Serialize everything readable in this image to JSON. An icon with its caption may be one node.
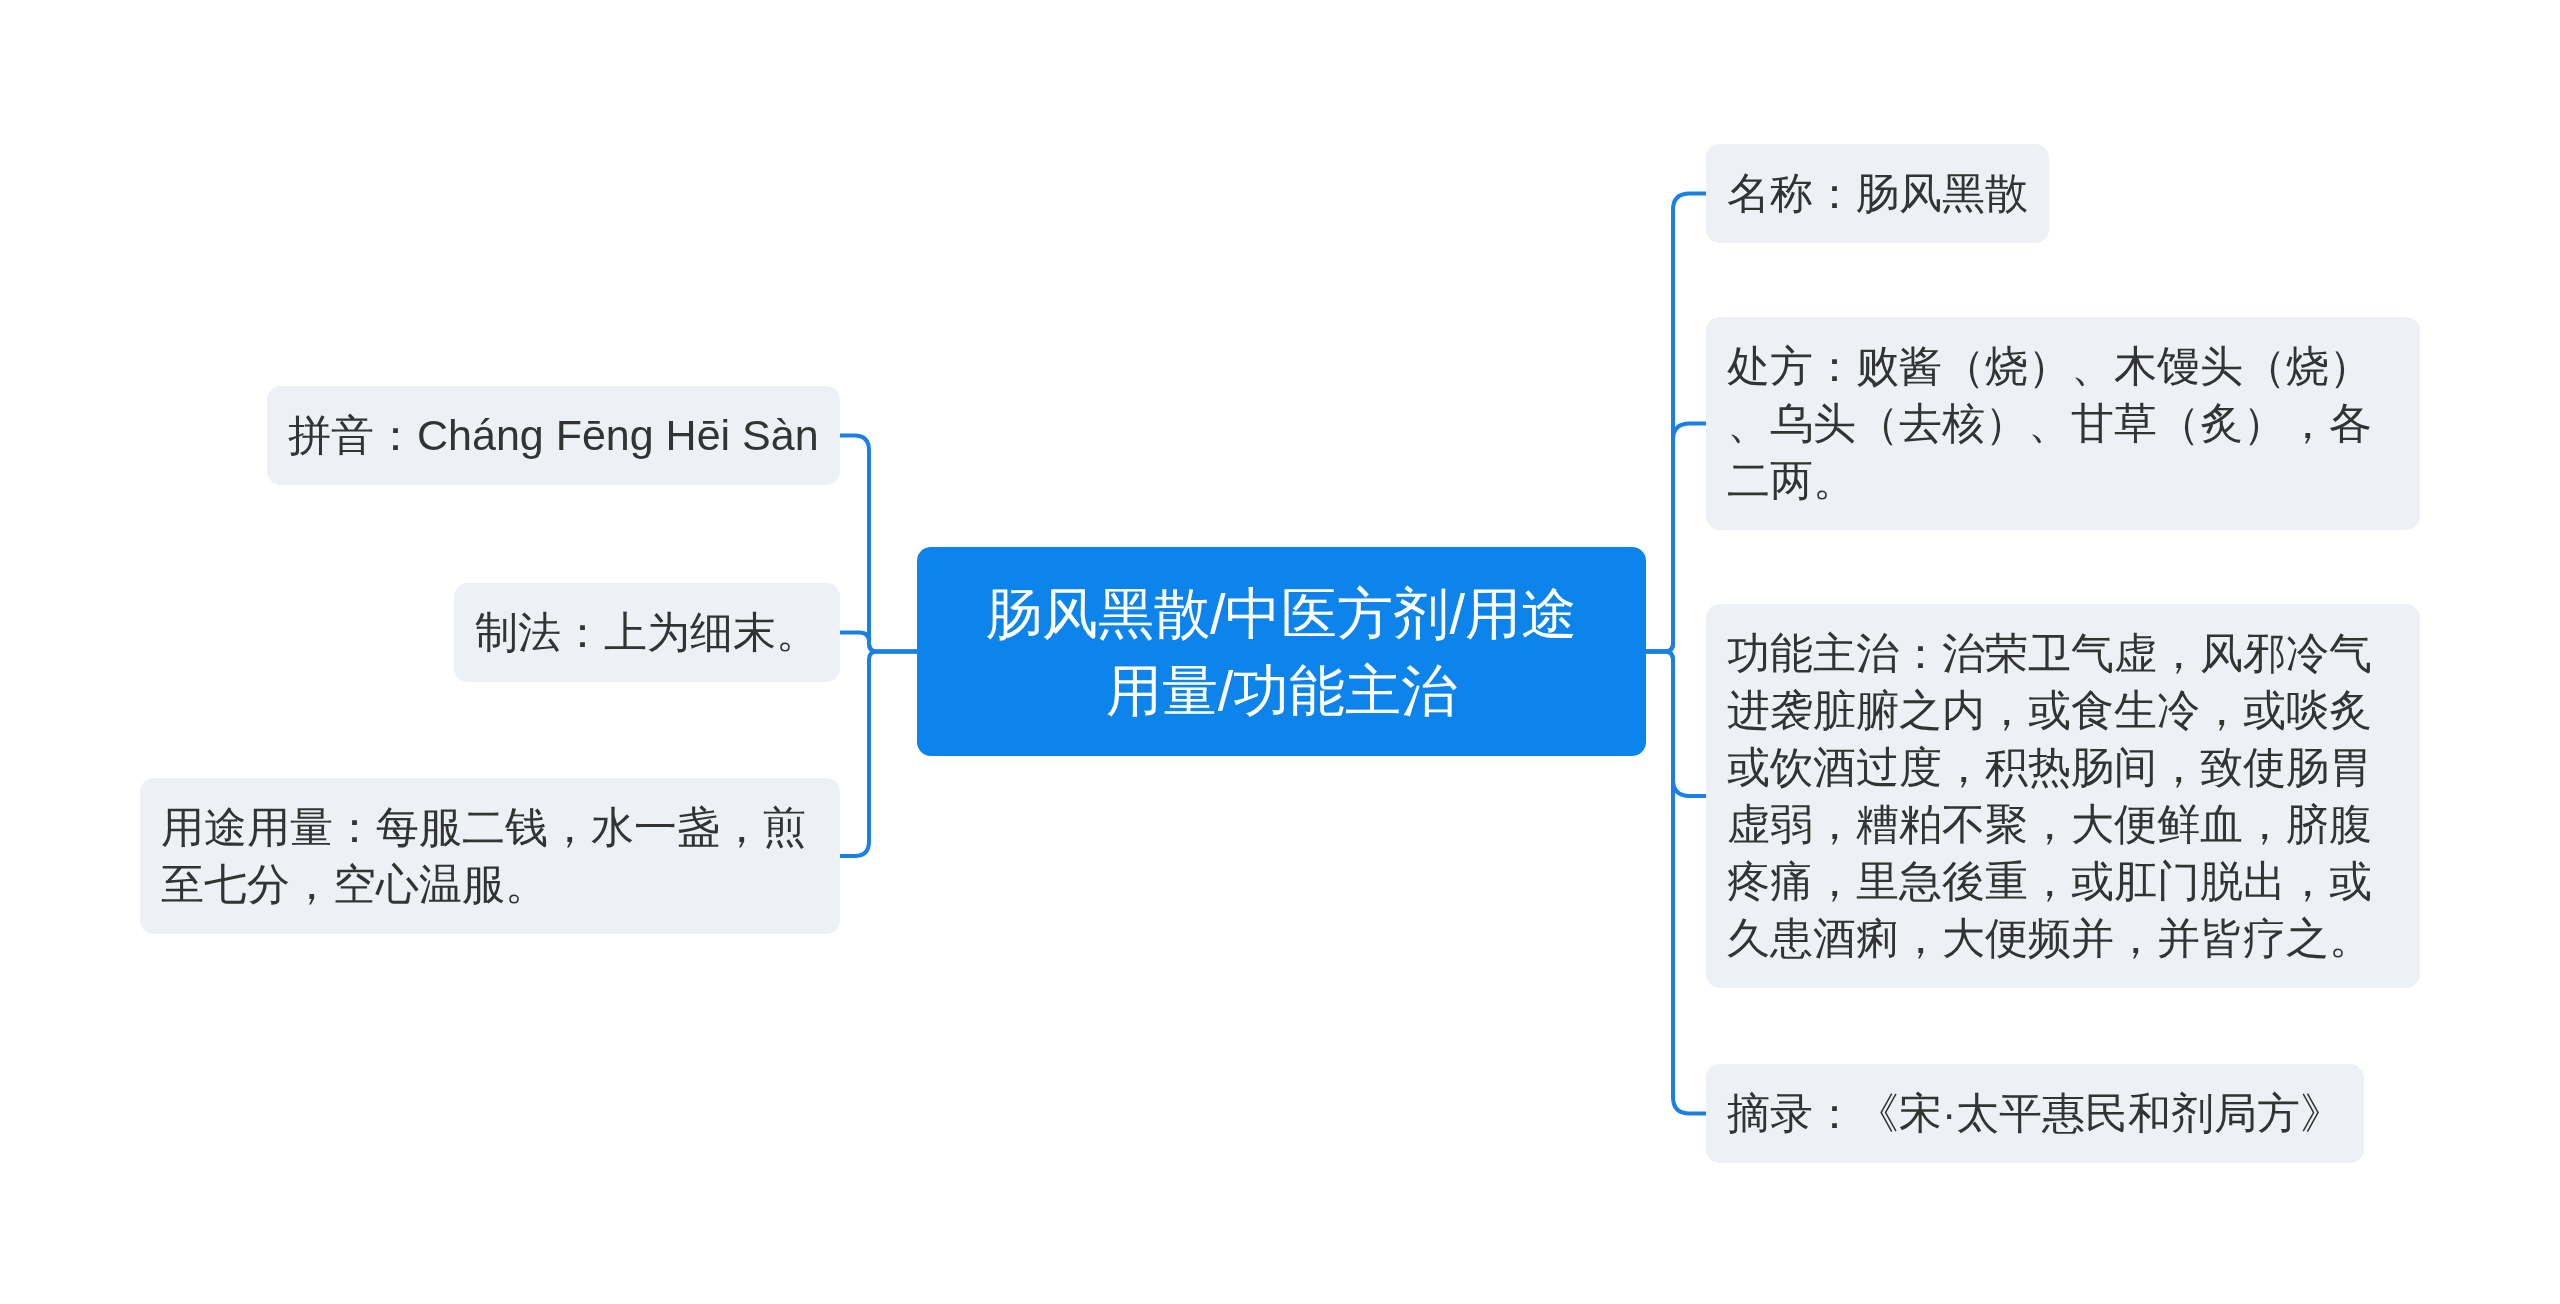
{
  "diagram": {
    "nodes": [
      {
        "text": [
          "肠风黑散/中医方剂/用途用量/功能主治"
        ]
      },
      {
        "text": [
          "拼音：Cháng Fēng Hēi Sàn"
        ]
      },
      {
        "text": [
          "制法：上为细末。"
        ]
      },
      {
        "text": [
          "用途用量：每服二钱，水一盏，煎至七分，空心温服。"
        ]
      },
      {
        "text": [
          "名称：肠风黑散"
        ]
      },
      {
        "text": [
          "处方：败酱（烧）、木馒头（烧）、乌头（去核）、甘草（炙），各二两。"
        ]
      },
      {
        "text": [
          "功能主治：治荣卫气虚，风邪冷气进袭脏腑之内，或食生冷，或啖炙或饮酒过度，积热肠间，致使肠胃虚弱，糟粕不聚，大便鲜血，脐腹疼痛，里急後重，或肛门脱出，或久患酒痢，大便频并，并皆疗之。"
        ]
      },
      {
        "text": [
          "摘录：《宋·太平惠民和剂局方》"
        ]
      }
    ],
    "edges": [
      {
        "from": 0,
        "to": 1,
        "arrow": "none"
      },
      {
        "from": 0,
        "to": 2,
        "arrow": "none"
      },
      {
        "from": 0,
        "to": 3,
        "arrow": "none"
      },
      {
        "from": 0,
        "to": 4,
        "arrow": "none"
      },
      {
        "from": 0,
        "to": 5,
        "arrow": "none"
      },
      {
        "from": 0,
        "to": 6,
        "arrow": "none"
      },
      {
        "from": 0,
        "to": 7,
        "arrow": "none"
      }
    ]
  }
}
